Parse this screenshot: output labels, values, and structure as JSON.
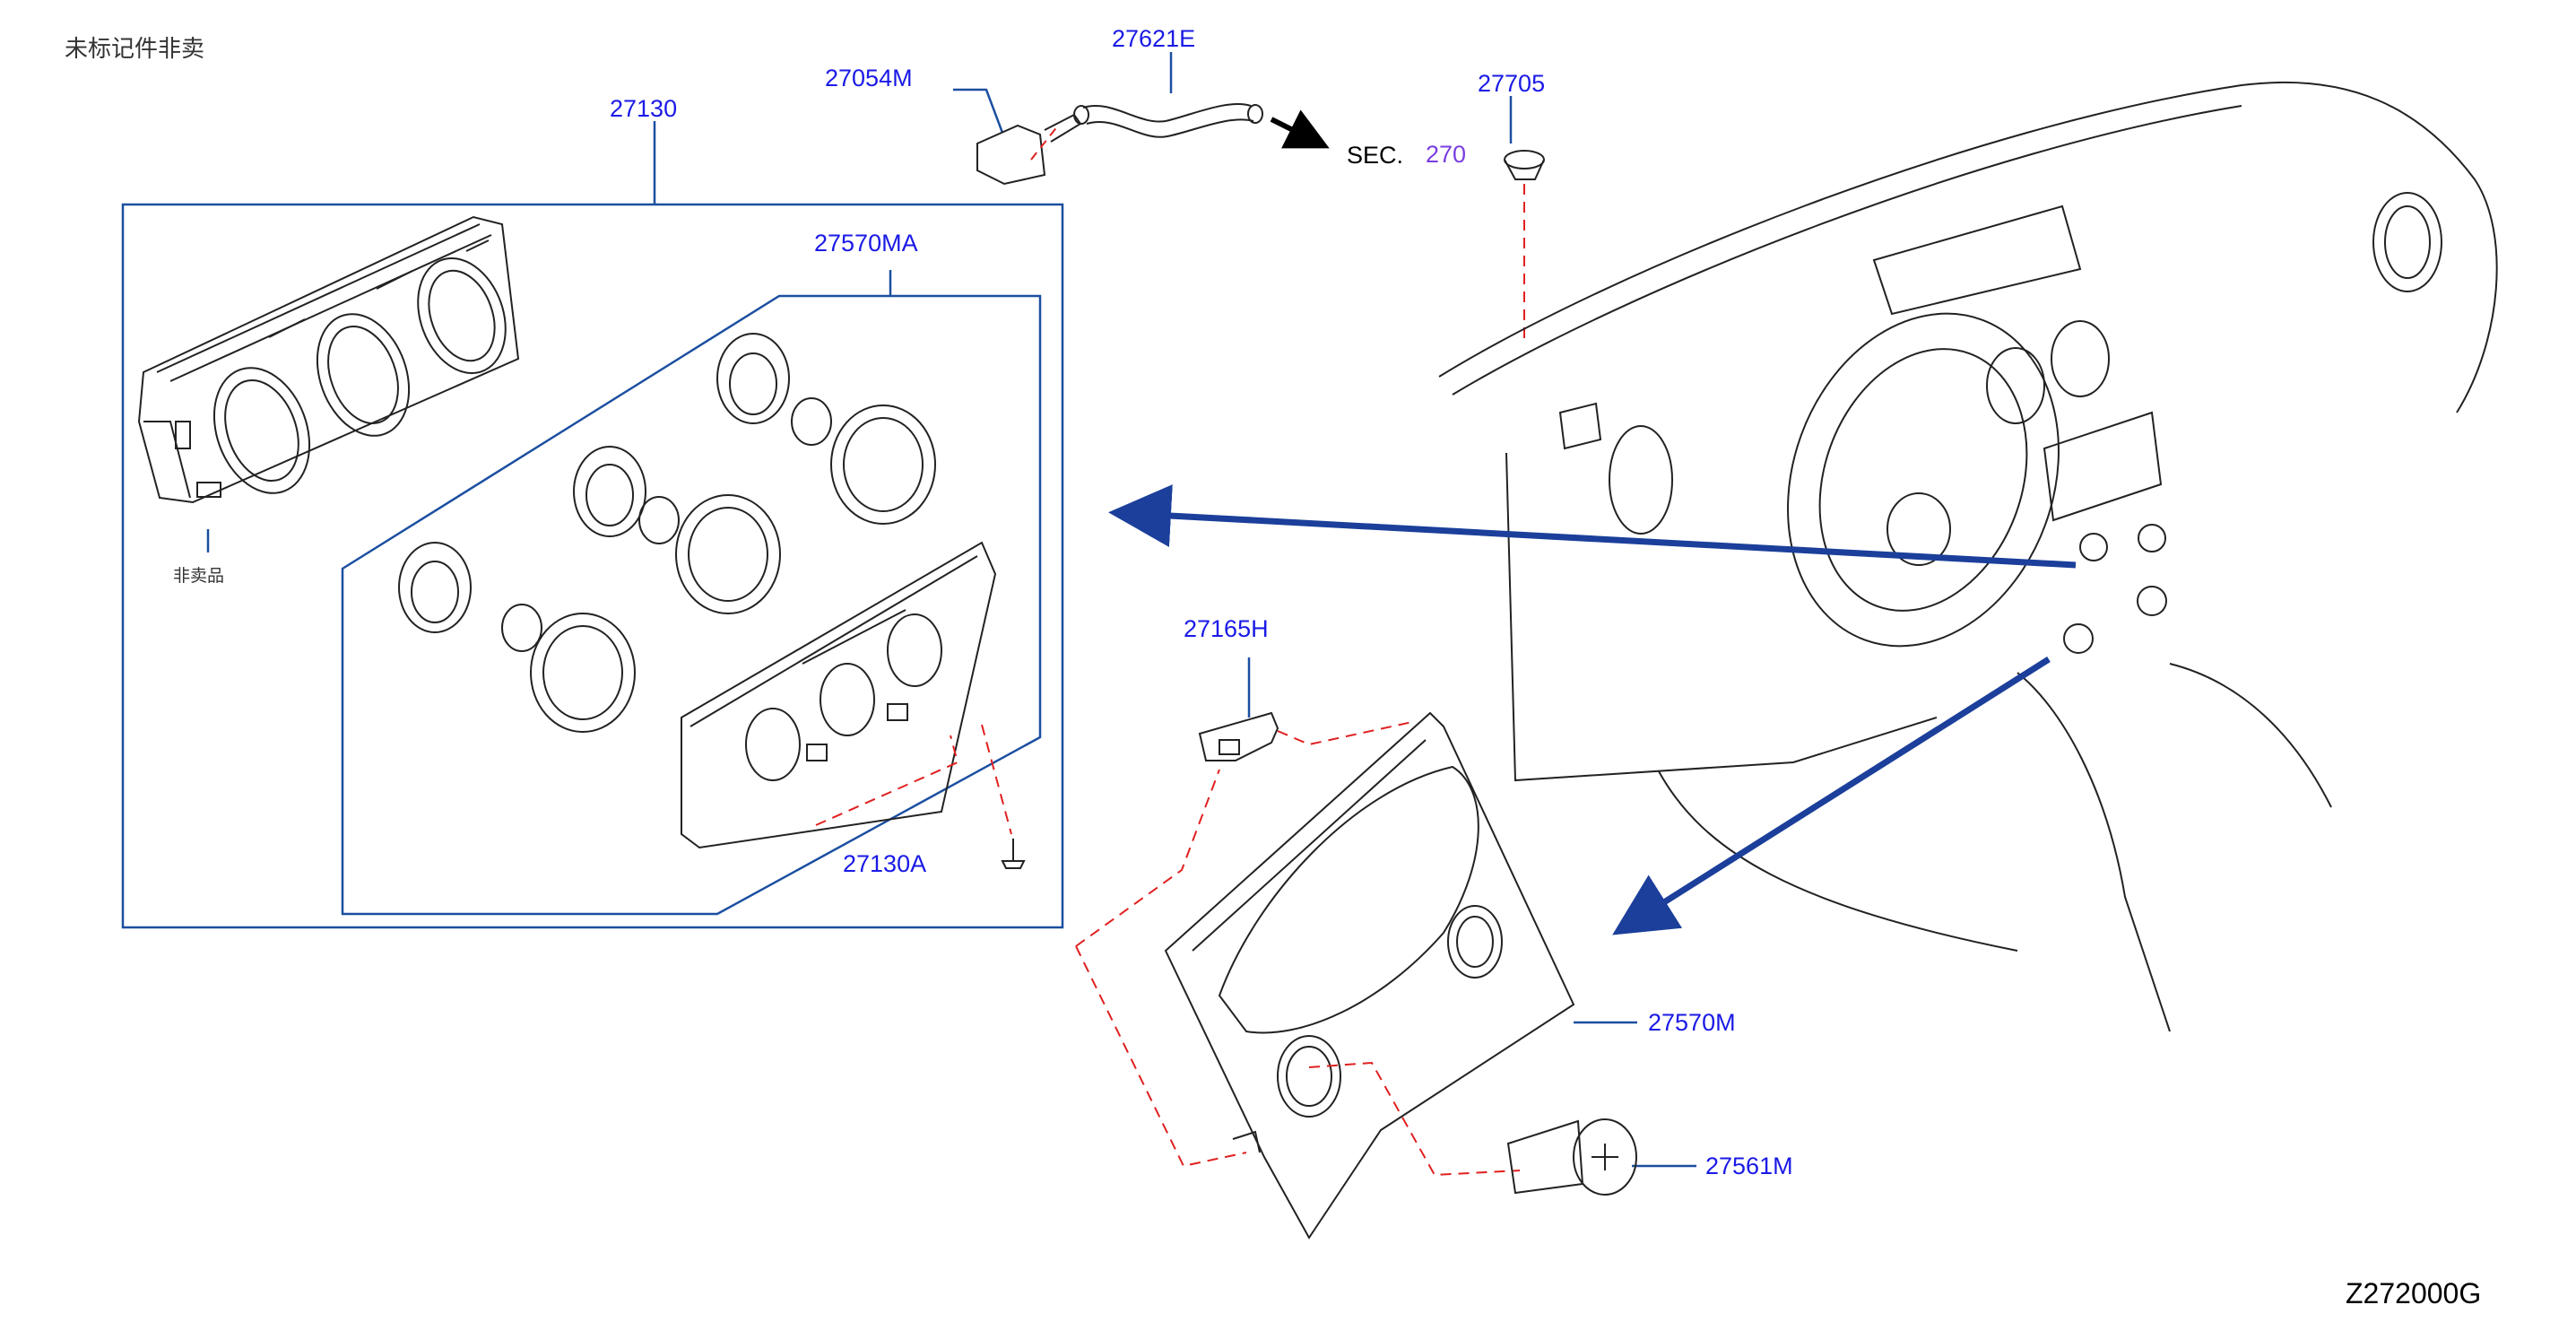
{
  "header_note": "未标记件非卖",
  "not_for_sale_note": "非卖品",
  "diagram_code": "Z272000G",
  "section_ref": {
    "prefix": "SEC.",
    "number": "270"
  },
  "parts": {
    "heater_control_assy": "27130",
    "control_panel_assy": "27570MA",
    "screw": "27130A",
    "aspirator": "27054M",
    "aspirator_hose": "27621E",
    "clip": "27705",
    "bracket": "27165H",
    "finisher_cluster_lid": "27570M",
    "switch_assy": "27561M"
  },
  "colors": {
    "part_number": "#1a1ae6",
    "section_number": "#7a3fe0",
    "callout_line": "#1b4fa0",
    "arrow": "#1b3f9a",
    "dashed_leader": "#e02020",
    "drawing": "#222222"
  }
}
